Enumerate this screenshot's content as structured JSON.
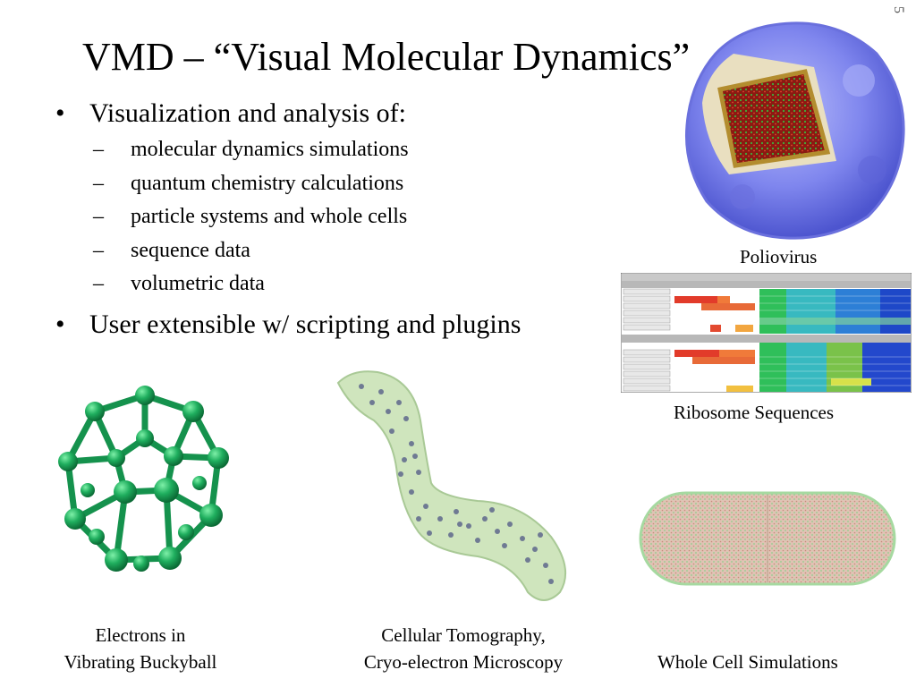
{
  "slide": {
    "title": "VMD – “Visual Molecular Dynamics”",
    "page_number": "5",
    "bullets": [
      {
        "text": "Visualization and analysis of:",
        "sub": [
          "molecular dynamics simulations",
          "quantum chemistry calculations",
          "particle systems and whole cells",
          "sequence data",
          "volumetric data"
        ]
      },
      {
        "text": "User extensible w/ scripting and plugins",
        "sub": []
      }
    ],
    "captions": {
      "poliovirus": "Poliovirus",
      "ribosome": "Ribosome Sequences",
      "buckyball_line1": "Electrons in",
      "buckyball_line2": "Vibrating Buckyball",
      "tomography_line1": "Cellular Tomography,",
      "tomography_line2": "Cryo-electron Microscopy",
      "whole_cell": "Whole Cell Simulations"
    },
    "colors": {
      "virus_blue": "#7f86ee",
      "virus_core": "#8b1a12",
      "bucky_green": "#1fae5e",
      "tomo_green": "#cfe5bd",
      "cell_pink": "#dfc3b4"
    }
  }
}
